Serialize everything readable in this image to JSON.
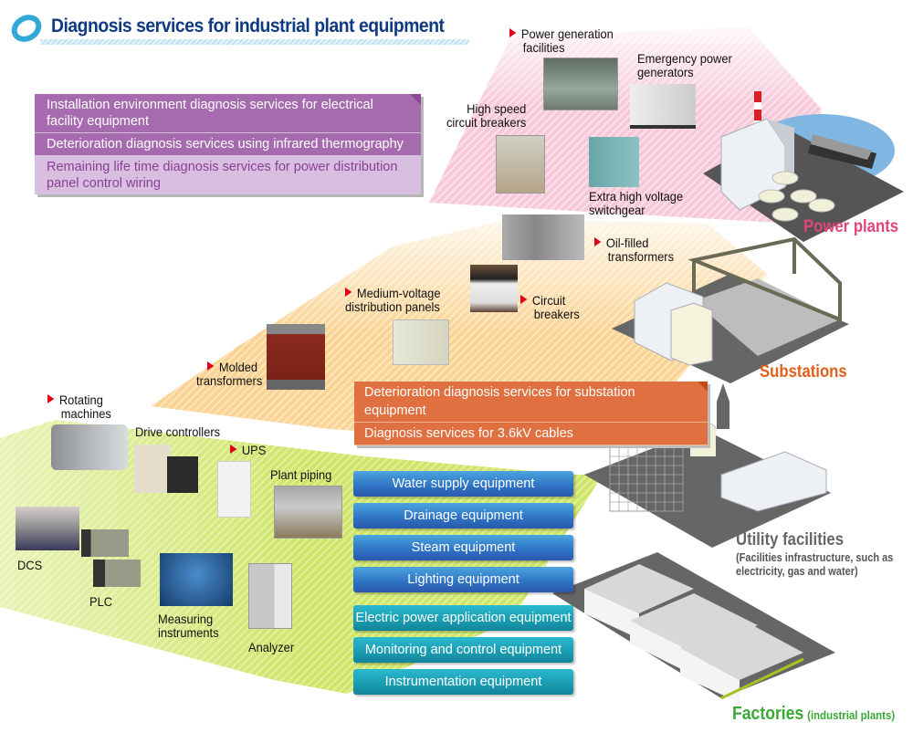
{
  "header": {
    "title": "Diagnosis services for industrial plant equipment",
    "logo_icon": "ring-logo-icon"
  },
  "colors": {
    "title": "#0e3a82",
    "power_plants": "#e0457b",
    "substations": "#e0601c",
    "utility": "#666666",
    "factories": "#3aa935",
    "marker": "#e0001b",
    "purple_dark": "#a66aae",
    "purple_light": "#d8bedf",
    "orange": "#e07040",
    "blue_button": "#2f72c4",
    "teal_button": "#1a9bb0"
  },
  "power_plant_services": [
    {
      "label": "Installation environment diagnosis services for electrical facility equipment",
      "line1": "Installation environment diagnosis services for electrical",
      "line2": "facility equipment"
    },
    {
      "label": "Deterioration diagnosis services using infrared thermography"
    },
    {
      "label": "Remaining life time diagnosis services for power distribution panel control wiring",
      "line1": "Remaining life time diagnosis services for power distribution",
      "line2": "panel control wiring"
    }
  ],
  "power_plant_equipment": [
    {
      "line1": "Power generation",
      "line2": "facilities",
      "marked": true
    },
    {
      "line1": "Emergency power",
      "line2": "generators",
      "marked": false
    },
    {
      "line1": "High speed",
      "line2": "circuit breakers",
      "marked": false
    },
    {
      "line1": "Extra high voltage",
      "line2": "switchgear",
      "marked": false
    }
  ],
  "substation_services": [
    {
      "label": "Deterioration diagnosis services for substation equipment"
    },
    {
      "label": "Diagnosis services for 3.6kV cables"
    }
  ],
  "substation_equipment": [
    {
      "line1": "Oil-filled",
      "line2": "transformers",
      "marked": true
    },
    {
      "line1": "Circuit",
      "line2": "breakers",
      "marked": true
    },
    {
      "line1": "Medium-voltage",
      "line2": "distribution panels",
      "marked": true
    },
    {
      "line1": "Molded",
      "line2": "transformers",
      "marked": true
    }
  ],
  "factory_equipment": [
    {
      "line1": "Rotating",
      "line2": "machines",
      "marked": true
    },
    {
      "line1": "Drive controllers",
      "marked": false
    },
    {
      "line1": "UPS",
      "marked": true
    },
    {
      "line1": "Plant piping",
      "marked": false
    },
    {
      "line1": "DCS",
      "marked": false
    },
    {
      "line1": "PLC",
      "marked": false
    },
    {
      "line1": "Measuring",
      "line2": "instruments",
      "marked": false
    },
    {
      "line1": "Analyzer",
      "marked": false
    }
  ],
  "utility_buttons": [
    {
      "label": "Water supply equipment"
    },
    {
      "label": "Drainage equipment"
    },
    {
      "label": "Steam equipment"
    },
    {
      "label": "Lighting equipment"
    }
  ],
  "factory_buttons": [
    {
      "label": "Electric power application equipment"
    },
    {
      "label": "Monitoring and control equipment"
    },
    {
      "label": "Instrumentation equipment"
    }
  ],
  "categories": {
    "power_plants": "Power plants",
    "substations": "Substations",
    "utility": "Utility facilities",
    "utility_note_1": "(Facilities infrastructure, such as",
    "utility_note_2": "electricity, gas and water)",
    "factories": "Factories",
    "factories_note": "(industrial plants)"
  }
}
